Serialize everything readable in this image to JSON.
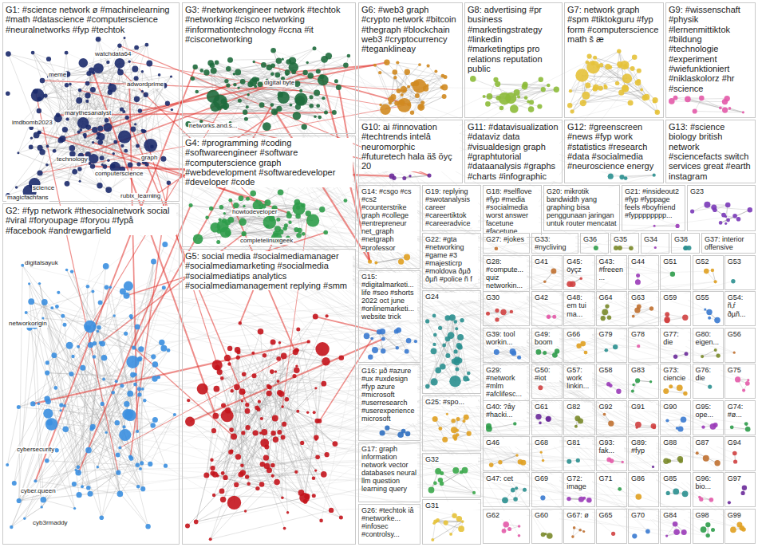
{
  "diagram": {
    "nodes": [
      {
        "text": [
          "G1: #science network ø #machinelearning #math #datascience #computerscience #neuralnetworks #fyp #techtok"
        ]
      },
      {
        "text": [
          "G3: #networkengineer network #techtok #networking #cisco networking #informationtechnology #ccna #it #cisconetworking"
        ]
      },
      {
        "text": [
          "G6: #web3 graph #crypto network #bitcoin #thegraph #blockchain web3 #cryptocurrency #teganklineay"
        ]
      },
      {
        "text": [
          "G8: advertising #pr business #marketingstrategy #linkedin #marketingtips pro relations reputation public"
        ]
      },
      {
        "text": [
          "G7: network graph #spm #tiktokguru #fyp form #computerscience math š æ"
        ]
      },
      {
        "text": [
          "G9: #wissenschaft #physik #lernenmittiktok #bildung #technologie #experiment #wiefunktioniert #niklaskolorz #hr #science"
        ]
      },
      {
        "text": [
          "G10: ai #innovation #techtrends intelâ neuromorphic #futuretech hala äš öyç 20"
        ]
      },
      {
        "text": [
          "G11: #datavisualization #dataviz data #visualdesign graph #graphtutorial #dataanalysis #graphs #charts #infographic"
        ]
      },
      {
        "text": [
          "G12: #greenscreen #news #fyp work #statistics #research #data #socialmedia #neuroscience energy"
        ]
      },
      {
        "text": [
          "G13: #science biology british network #sciencefacts switch services great #earth instagram"
        ]
      },
      {
        "text": [
          "G4: #programming #coding #softwareengineer #software #computerscience graph #webdevelopment #softwaredeveloper #developer #code"
        ]
      },
      {
        "text": [
          "G14: #csgo #cs #cs2 #counterstrike graph #college #entrepreneur net_graph #netgraph #professor"
        ]
      },
      {
        "text": [
          "G19: replying #swotanalysis career #careertiktok #careeradvice"
        ]
      },
      {
        "text": [
          "G18: #selflove #fyp #media #socialmedia worst answer facetune #facetune..."
        ]
      },
      {
        "text": [
          "G20: mikrotik bandwidth yang graphing bisa penggunaan jaringan untuk router mencatat"
        ]
      },
      {
        "text": [
          "G21: #insideout2 #fyp #fyppage feels #boyfriend #fypppppppp..."
        ]
      },
      {
        "text": [
          "G23"
        ]
      },
      {
        "text": [
          "G22: #gta #networking #game #3 #majesticrp #moldova ðµð ðµñ #police ñ f"
        ]
      },
      {
        "text": [
          "G27: #jokes"
        ]
      },
      {
        "text": [
          "G33: #nycliving"
        ]
      },
      {
        "text": [
          "G36"
        ]
      },
      {
        "text": [
          "G35"
        ]
      },
      {
        "text": [
          "G34"
        ]
      },
      {
        "text": [
          "G38"
        ]
      },
      {
        "text": [
          "G37: interior offensive"
        ]
      },
      {
        "text": [
          "G2: #fyp network #thesocialnetwork social #viral #foryoupage #foryou #fypå #facebook #andrewgarfield"
        ]
      },
      {
        "text": [
          "G5: social media #socialmediamanager #socialmediamarketing #socialmedia #socialmediatips analytics #socialmediamanagement replying #smm"
        ]
      },
      {
        "text": [
          "G15: #digitalmarketi... life #seo #shorts 2022 oct june #onlinemarketi... website trick"
        ]
      },
      {
        "text": [
          "G16: µð #azure #ux #uxdesign #fyp azure #microsoft #userresearch #userexperience microsoft"
        ]
      },
      {
        "text": [
          "G17: graph information network vector databases neural llm question learning query"
        ]
      },
      {
        "text": [
          "G26: #techtok iâ #networke... #infosec #controlsy..."
        ]
      },
      {
        "text": [
          "G24"
        ]
      },
      {
        "text": [
          "G25: #spo..."
        ]
      },
      {
        "text": [
          "G32"
        ]
      },
      {
        "text": [
          "G31"
        ]
      },
      {
        "text": [
          "G28: #compute... quiz networkin..."
        ]
      },
      {
        "text": [
          "G30"
        ]
      },
      {
        "text": [
          "G39: tool workin..."
        ]
      },
      {
        "text": [
          "G29: #network #mlm #afclifesc..."
        ]
      },
      {
        "text": [
          "G40: ?ây #hacki..."
        ]
      },
      {
        "text": [
          "G46"
        ]
      },
      {
        "text": [
          "G47: cet"
        ]
      },
      {
        "text": [
          "G62"
        ]
      },
      {
        "text": [
          "G41"
        ]
      },
      {
        "text": [
          "G45: öyçz"
        ]
      },
      {
        "text": [
          "G43: #freeen..."
        ]
      },
      {
        "text": [
          "G44"
        ]
      },
      {
        "text": [
          "G51"
        ]
      },
      {
        "text": [
          "G52"
        ]
      },
      {
        "text": [
          "G53"
        ]
      },
      {
        "text": [
          "G42"
        ]
      },
      {
        "text": [
          "G48: em tui ma..."
        ]
      },
      {
        "text": [
          "G64"
        ]
      },
      {
        "text": [
          "G63"
        ]
      },
      {
        "text": [
          "G59"
        ]
      },
      {
        "text": [
          "G55"
        ]
      },
      {
        "text": [
          "G54: ñ‚ŕ ðµñ..."
        ]
      },
      {
        "text": [
          "G49: boom"
        ]
      },
      {
        "text": [
          "G66"
        ]
      },
      {
        "text": [
          "G79"
        ]
      },
      {
        "text": [
          "G78"
        ]
      },
      {
        "text": [
          "G77: die"
        ]
      },
      {
        "text": [
          "G80: eigen..."
        ]
      },
      {
        "text": [
          "G56"
        ]
      },
      {
        "text": [
          "G50: #iot"
        ]
      },
      {
        "text": [
          "G57: work linkin..."
        ]
      },
      {
        "text": [
          "G58"
        ]
      },
      {
        "text": [
          "G83"
        ]
      },
      {
        "text": [
          "G73: ciencie"
        ]
      },
      {
        "text": [
          "G76: die"
        ]
      },
      {
        "text": [
          "G75"
        ]
      },
      {
        "text": [
          "G61"
        ]
      },
      {
        "text": [
          "G82"
        ]
      },
      {
        "text": [
          "G92"
        ]
      },
      {
        "text": [
          "G91"
        ]
      },
      {
        "text": [
          "G90"
        ]
      },
      {
        "text": [
          "G95: ope..."
        ]
      },
      {
        "text": [
          "G74: #ø..."
        ]
      },
      {
        "text": [
          "G68"
        ]
      },
      {
        "text": [
          "G81"
        ]
      },
      {
        "text": [
          "G93: fak..."
        ]
      },
      {
        "text": [
          "G89: #fyp"
        ]
      },
      {
        "text": [
          "G88"
        ]
      },
      {
        "text": [
          "G87"
        ]
      },
      {
        "text": [
          "G94"
        ]
      },
      {
        "text": [
          "G69"
        ]
      },
      {
        "text": [
          "G72: image"
        ]
      },
      {
        "text": [
          "G71"
        ]
      },
      {
        "text": [
          "G86"
        ]
      },
      {
        "text": [
          "G85"
        ]
      },
      {
        "text": [
          "G96: bio..."
        ]
      },
      {
        "text": [
          "G97"
        ]
      },
      {
        "text": [
          "G60"
        ]
      },
      {
        "text": [
          "G67: ø"
        ]
      },
      {
        "text": [
          "G65"
        ]
      },
      {
        "text": [
          "G70"
        ]
      },
      {
        "text": [
          "G84"
        ]
      },
      {
        "text": [
          "G98"
        ]
      },
      {
        "text": [
          "G99"
        ]
      }
    ],
    "labels": [
      "watchdata64",
      "meme",
      "adwordprime",
      "marythesanalyst",
      "imdbomb2023",
      "technology",
      "graph",
      "computerscience",
      "science",
      "magicfachfans",
      "rubix_learning",
      "digitalsayuk",
      "networkorigin",
      "cybersecurity",
      "cyber.queen",
      "cyb3rmaddy",
      "digital byte",
      "networks.and.s...",
      "howtodeveloper",
      "completelinuxgeek"
    ]
  }
}
